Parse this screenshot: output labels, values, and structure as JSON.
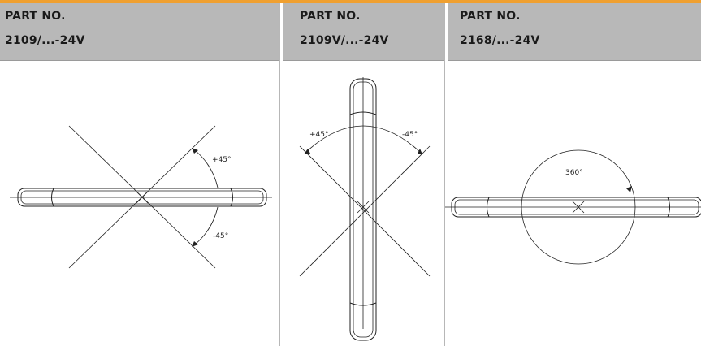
{
  "columns": [
    {
      "label": "PART NO.",
      "part_number": "2109/...-24V",
      "angles": [
        "+45°",
        "-45°"
      ]
    },
    {
      "label": "PART NO.",
      "part_number": "2109V/...-24V",
      "angles": [
        "+45°",
        "-45°"
      ]
    },
    {
      "label": "PART NO.",
      "part_number": "2168/...-24V",
      "angles": [
        "360°"
      ]
    }
  ],
  "colors": {
    "accent_bar": "#f0a030",
    "header_bg": "#b8b8b8",
    "line": "#222222"
  }
}
